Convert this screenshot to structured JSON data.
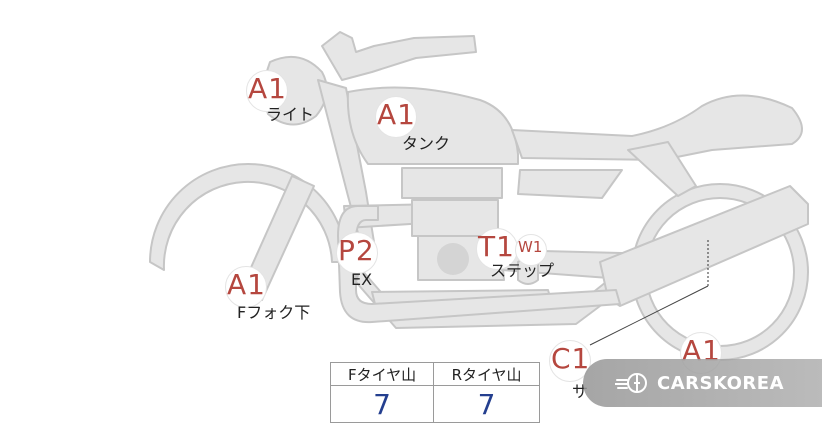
{
  "markers": {
    "light": {
      "code": "A1",
      "label": "ライト"
    },
    "tank": {
      "code": "A1",
      "label": "タンク"
    },
    "exhaust": {
      "code": "P2",
      "label": "EX"
    },
    "step": {
      "code": "T1",
      "code2": "W1",
      "label": "ステップ"
    },
    "fork": {
      "code": "A1",
      "label": "Fフォク下"
    },
    "side": {
      "code": "C1",
      "label": "サ"
    },
    "rear": {
      "code": "A1"
    }
  },
  "tire_table": {
    "front_header": "Fタイヤ山",
    "rear_header": "Rタイヤ山",
    "front_value": "7",
    "rear_value": "7"
  },
  "watermark": {
    "brand": "CARSKOREA",
    "icon": "carskorea-logo-icon"
  },
  "colors": {
    "marker_code": "#b5473f",
    "tire_value": "#243f8f",
    "bike_fill": "#e6e6e6",
    "bike_stroke": "#c8c8c8"
  }
}
